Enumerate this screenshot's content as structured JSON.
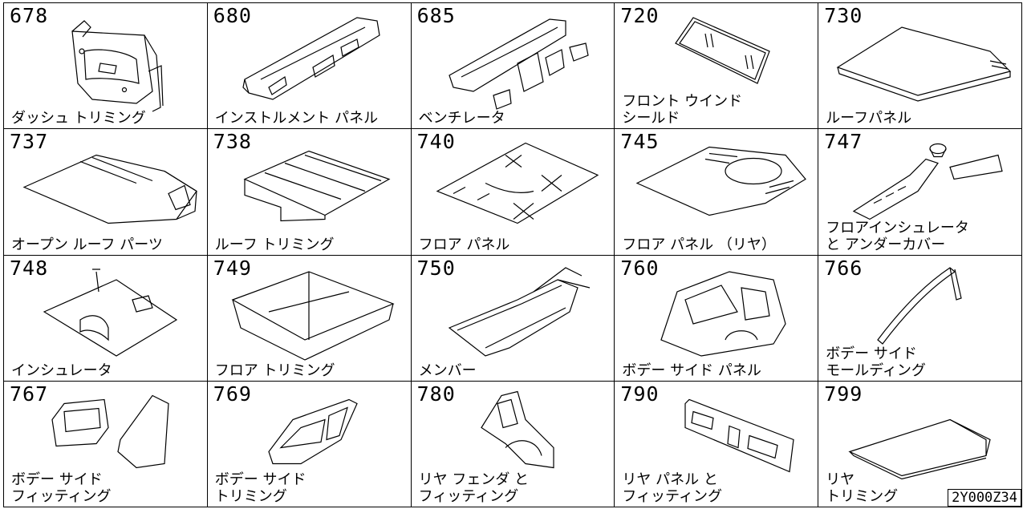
{
  "diagram_id": "2Y000Z34",
  "cells": [
    {
      "code": "678",
      "lines": [
        "ダッシュ トリミング"
      ],
      "icon": "dash-trim"
    },
    {
      "code": "680",
      "lines": [
        "インストルメント パネル"
      ],
      "icon": "instrument-panel"
    },
    {
      "code": "685",
      "lines": [
        "ベンチレータ"
      ],
      "icon": "ventilator"
    },
    {
      "code": "720",
      "lines": [
        "フロント ウインド",
        "シールド"
      ],
      "icon": "windshield"
    },
    {
      "code": "730",
      "lines": [
        "ルーフパネル"
      ],
      "icon": "roof-panel"
    },
    {
      "code": "737",
      "lines": [
        "オープン ルーフ パーツ"
      ],
      "icon": "open-roof"
    },
    {
      "code": "738",
      "lines": [
        "ルーフ トリミング"
      ],
      "icon": "roof-trim"
    },
    {
      "code": "740",
      "lines": [
        "フロア パネル"
      ],
      "icon": "floor-panel"
    },
    {
      "code": "745",
      "lines": [
        "フロア パネル （リヤ）"
      ],
      "icon": "floor-panel-rear"
    },
    {
      "code": "747",
      "lines": [
        "フロアインシュレータ",
        "と アンダーカバー"
      ],
      "icon": "floor-insulator"
    },
    {
      "code": "748",
      "lines": [
        "インシュレータ"
      ],
      "icon": "insulator"
    },
    {
      "code": "749",
      "lines": [
        "フロア トリミング"
      ],
      "icon": "floor-trim"
    },
    {
      "code": "750",
      "lines": [
        "メンバー"
      ],
      "icon": "member"
    },
    {
      "code": "760",
      "lines": [
        "ボデー サイド パネル"
      ],
      "icon": "body-side-panel"
    },
    {
      "code": "766",
      "lines": [
        "ボデー サイド",
        "モールディング"
      ],
      "icon": "body-side-molding"
    },
    {
      "code": "767",
      "lines": [
        "ボデー サイド",
        "フィッティング"
      ],
      "icon": "body-side-fitting"
    },
    {
      "code": "769",
      "lines": [
        "ボデー サイド",
        "トリミング"
      ],
      "icon": "body-side-trim"
    },
    {
      "code": "780",
      "lines": [
        "リヤ フェンダ と",
        "フィッティング"
      ],
      "icon": "rear-fender"
    },
    {
      "code": "790",
      "lines": [
        "リヤ パネル と",
        "フィッティング"
      ],
      "icon": "rear-panel"
    },
    {
      "code": "799",
      "lines": [
        "リヤ",
        "トリミング"
      ],
      "icon": "rear-trim"
    }
  ]
}
